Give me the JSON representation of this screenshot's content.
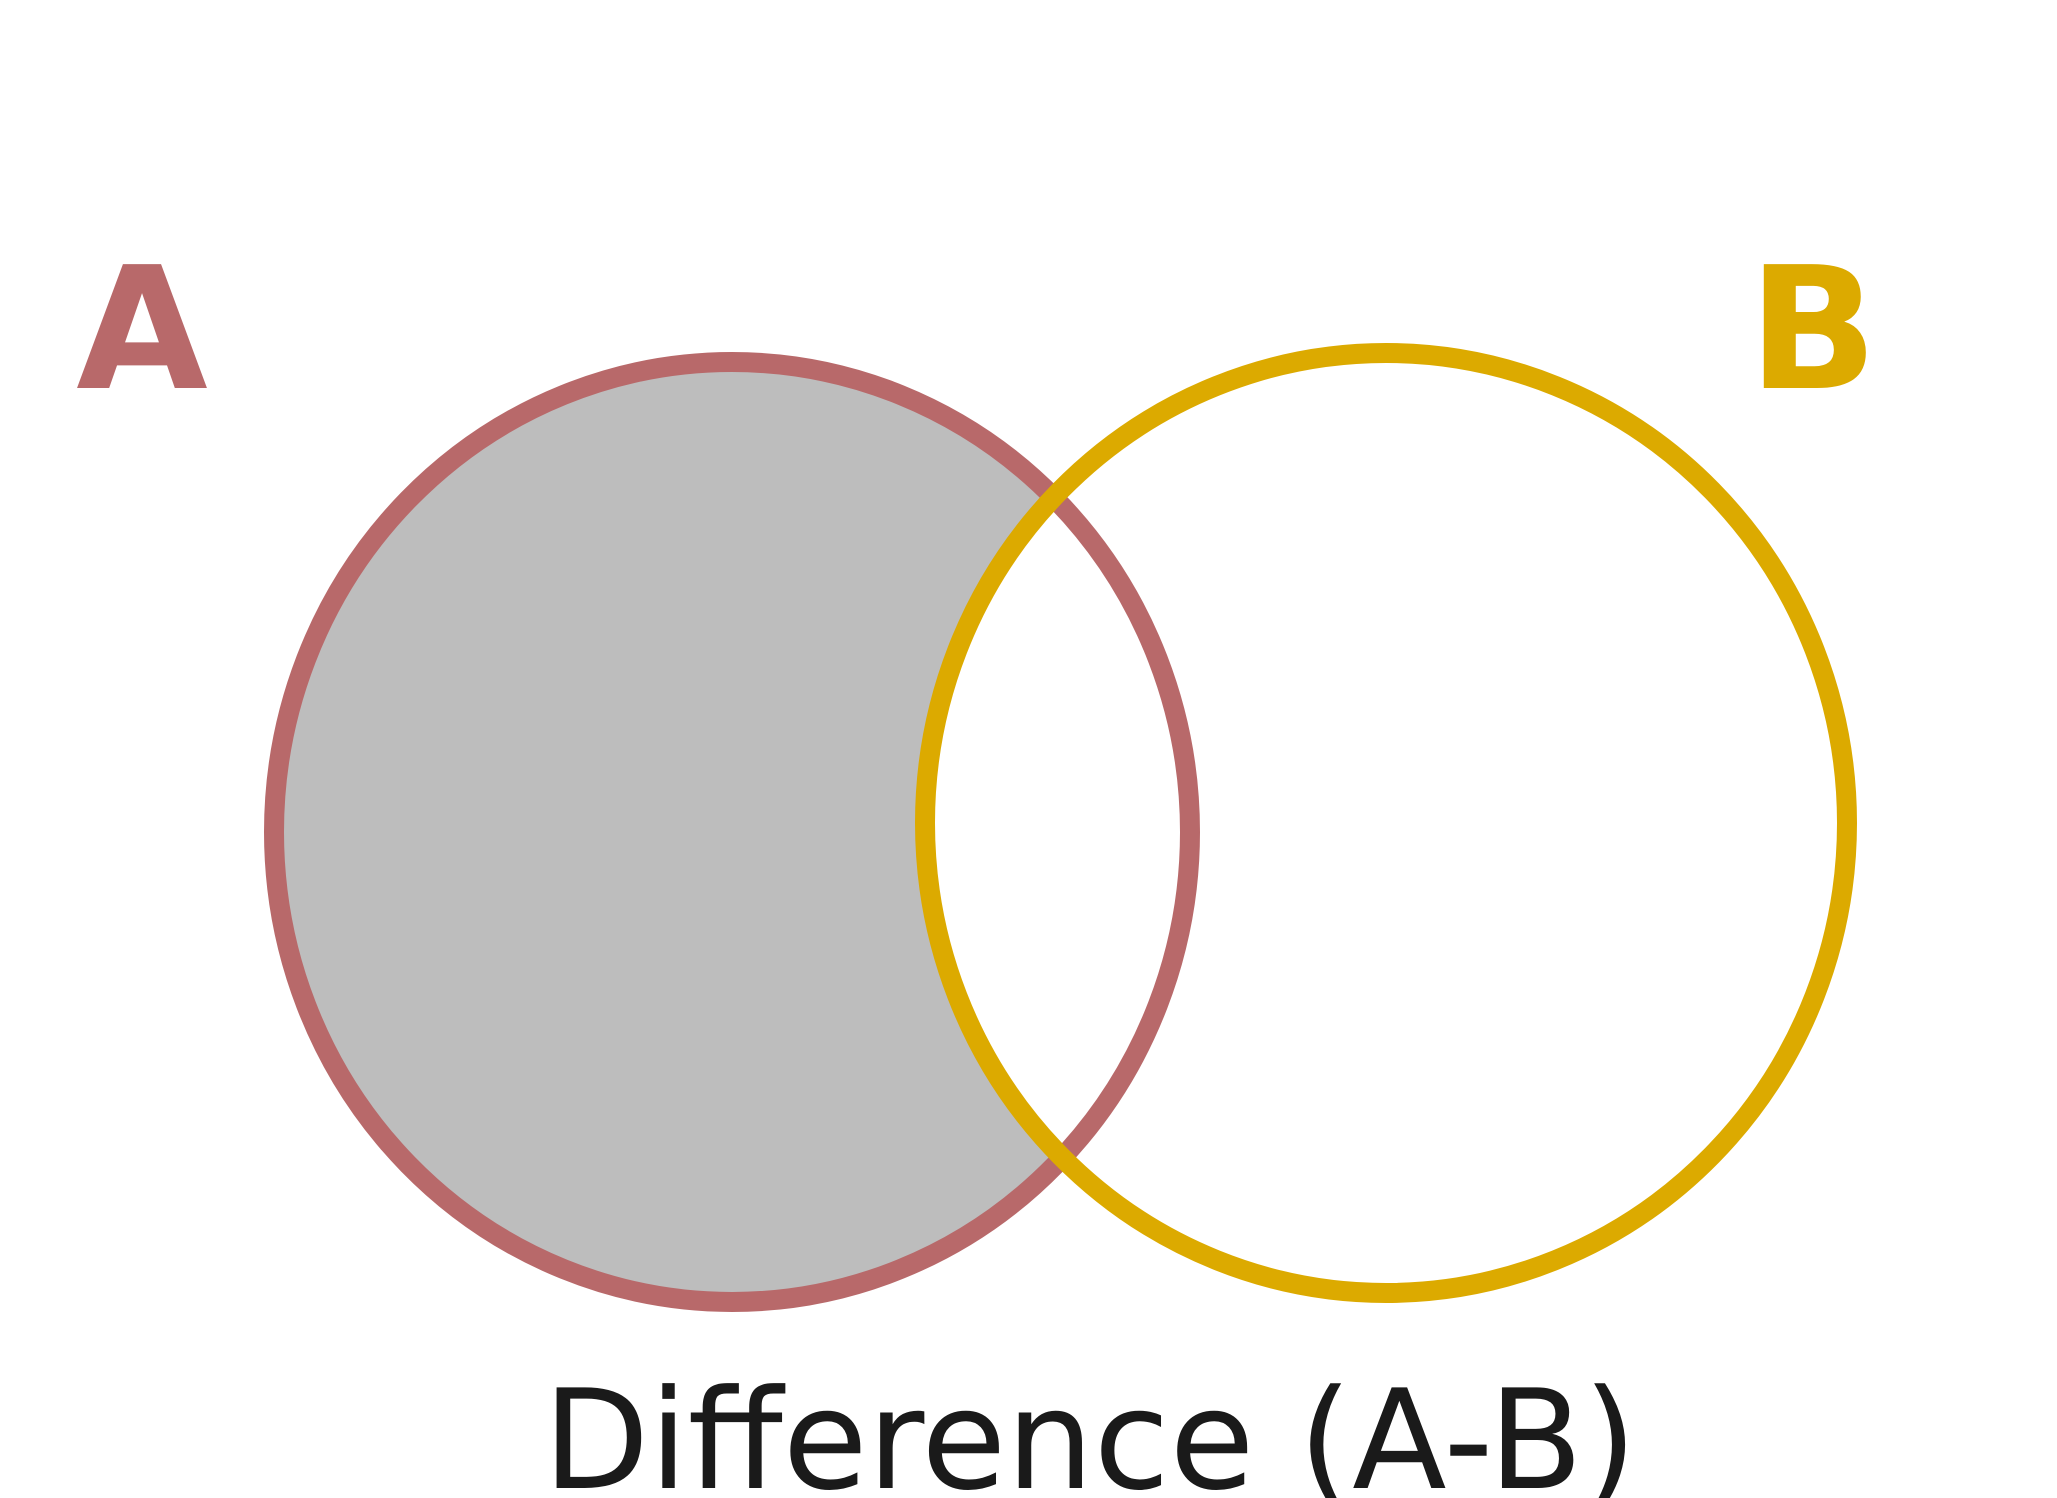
{
  "diagram": {
    "type": "venn-difference",
    "set_a": {
      "label": "A",
      "color": "#b8696a"
    },
    "set_b": {
      "label": "B",
      "color": "#dcaa00"
    },
    "shaded_region": "A-B",
    "shade_color": "#bdbdbd",
    "caption": "Difference (A-B)",
    "caption_color": "#1a1a1a"
  }
}
